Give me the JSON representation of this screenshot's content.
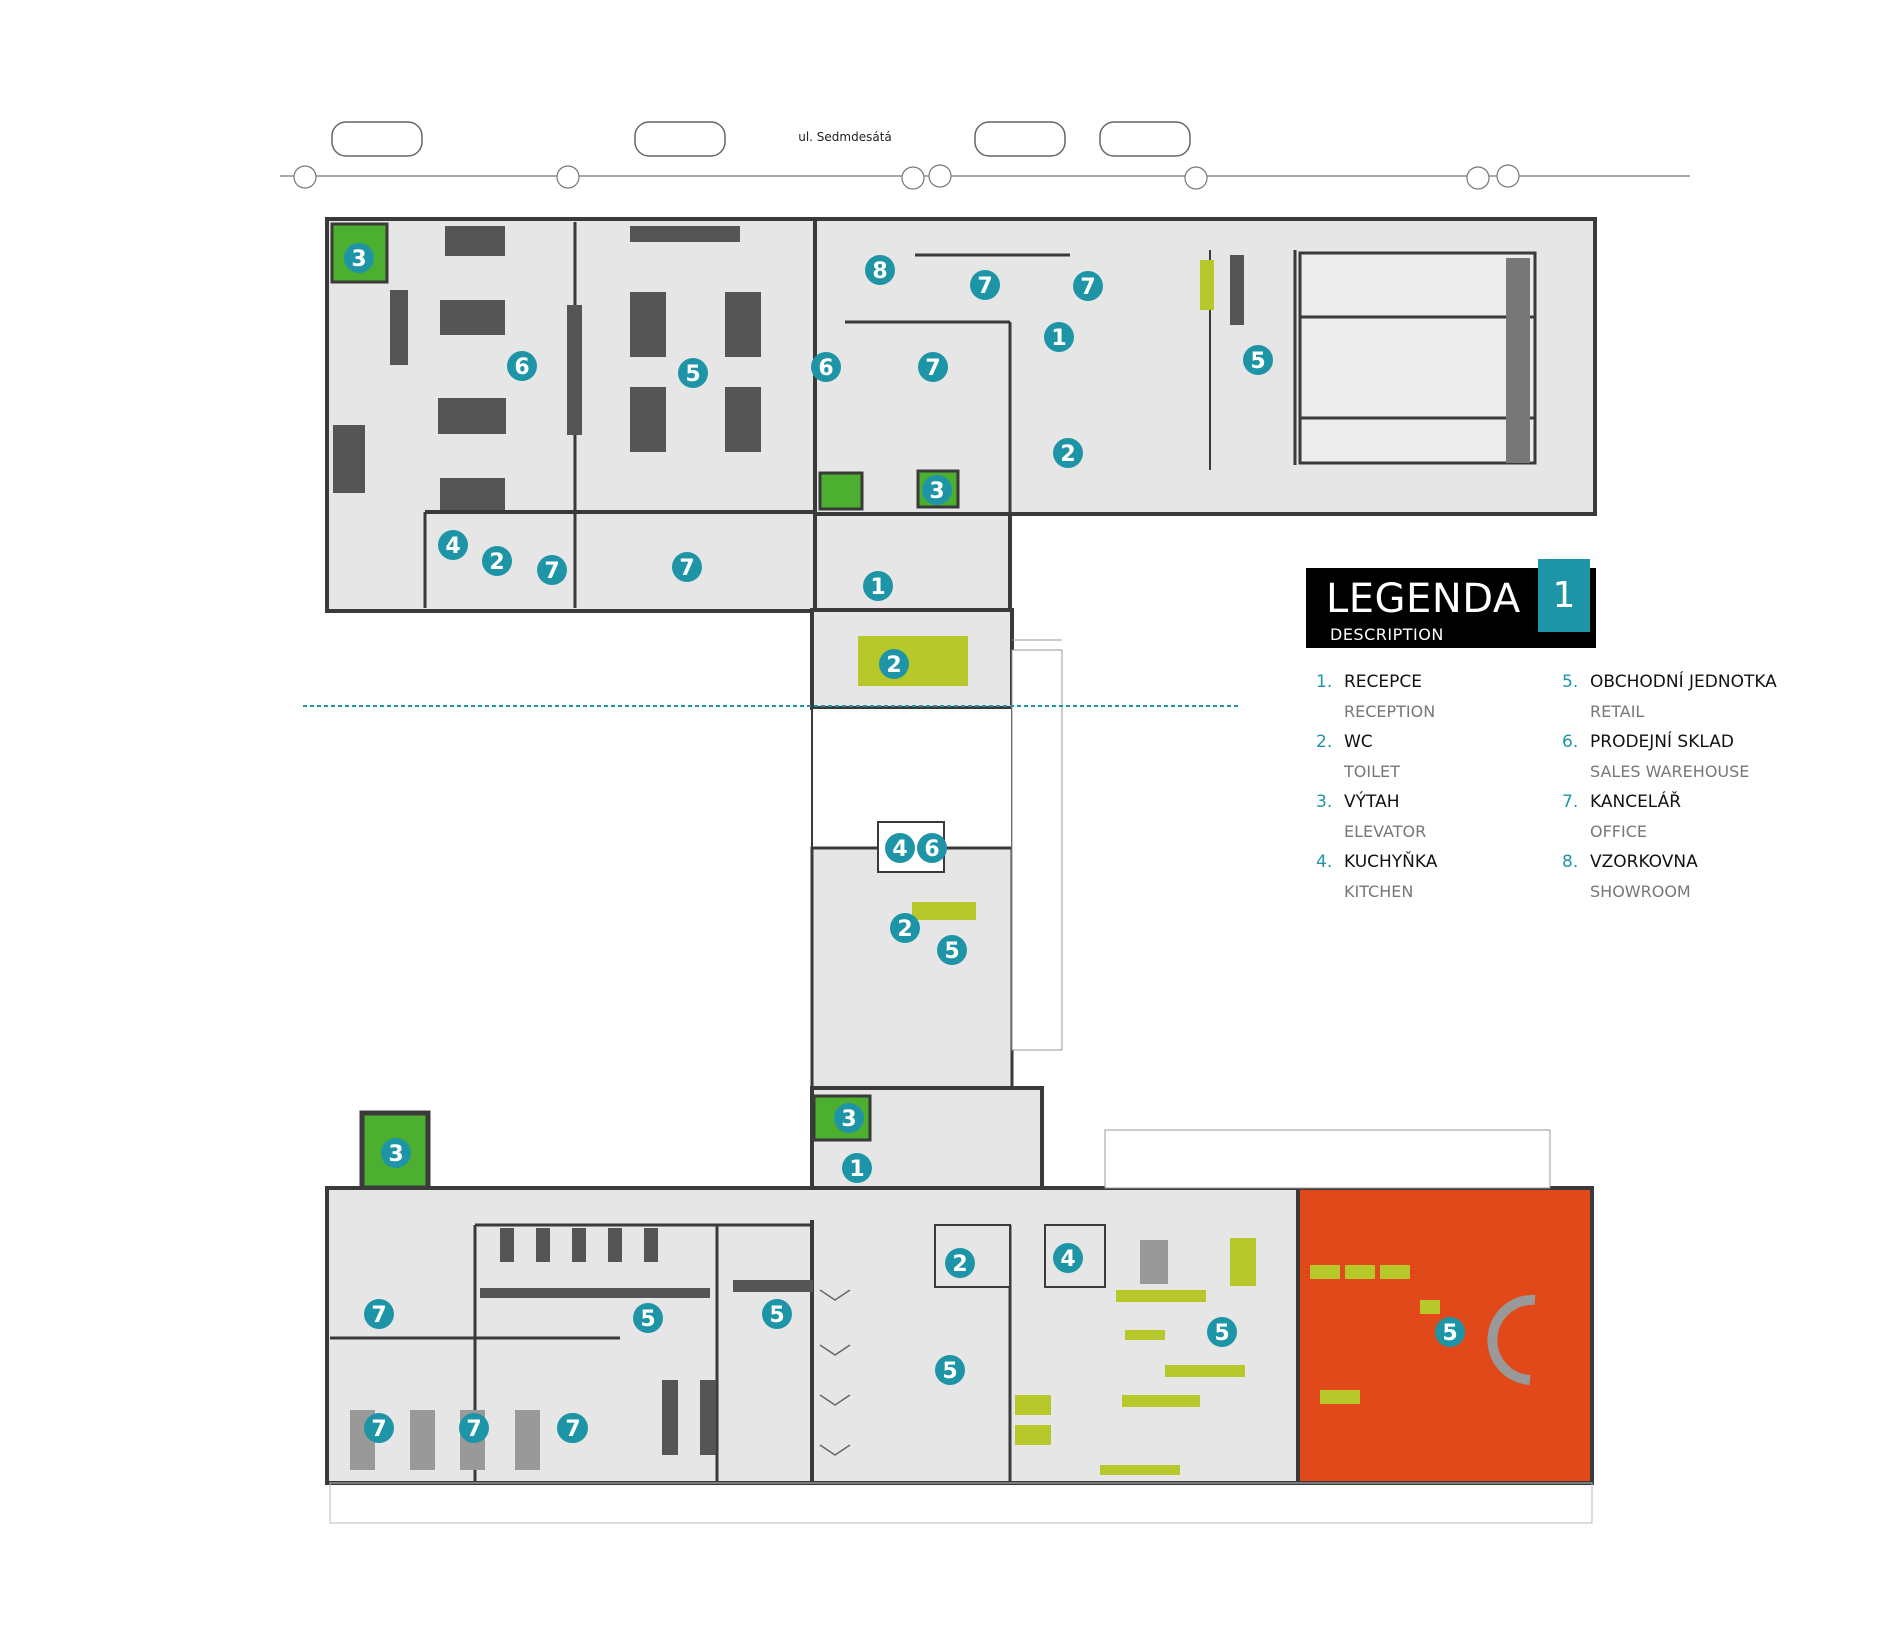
{
  "colors": {
    "accent_teal": "#1e95a6",
    "floor_gray": "#e6e6e6",
    "wall": "#3a3a3a",
    "elevator_green": "#4caf2f",
    "furniture_lime": "#b7c82a",
    "retail_highlight": "#e2491a",
    "legend_black": "#000000"
  },
  "street": {
    "name": "ul. Sedmdesátá"
  },
  "legend": {
    "title": "LEGENDA",
    "subtitle": "DESCRIPTION",
    "floor_number": "1",
    "items": [
      {
        "num": "1.",
        "cz": "RECEPCE",
        "en": "RECEPTION"
      },
      {
        "num": "2.",
        "cz": "WC",
        "en": "TOILET"
      },
      {
        "num": "3.",
        "cz": "VÝTAH",
        "en": "ELEVATOR"
      },
      {
        "num": "4.",
        "cz": "KUCHYŇKA",
        "en": "KITCHEN"
      },
      {
        "num": "5.",
        "cz": "OBCHODNÍ JEDNOTKA",
        "en": "RETAIL"
      },
      {
        "num": "6.",
        "cz": "PRODEJNÍ SKLAD",
        "en": "SALES WAREHOUSE"
      },
      {
        "num": "7.",
        "cz": "KANCELÁŘ",
        "en": "OFFICE"
      },
      {
        "num": "8.",
        "cz": "VZORKOVNA",
        "en": "SHOWROOM"
      }
    ]
  },
  "room_markers": [
    "3",
    "6",
    "5",
    "8",
    "7",
    "7",
    "1",
    "6",
    "7",
    "5",
    "2",
    "3",
    "4",
    "2",
    "7",
    "7",
    "1",
    "2",
    "4",
    "6",
    "2",
    "5",
    "3",
    "3",
    "1",
    "2",
    "4",
    "7",
    "5",
    "5",
    "7",
    "7",
    "7",
    "7",
    "5",
    "5",
    "5"
  ]
}
